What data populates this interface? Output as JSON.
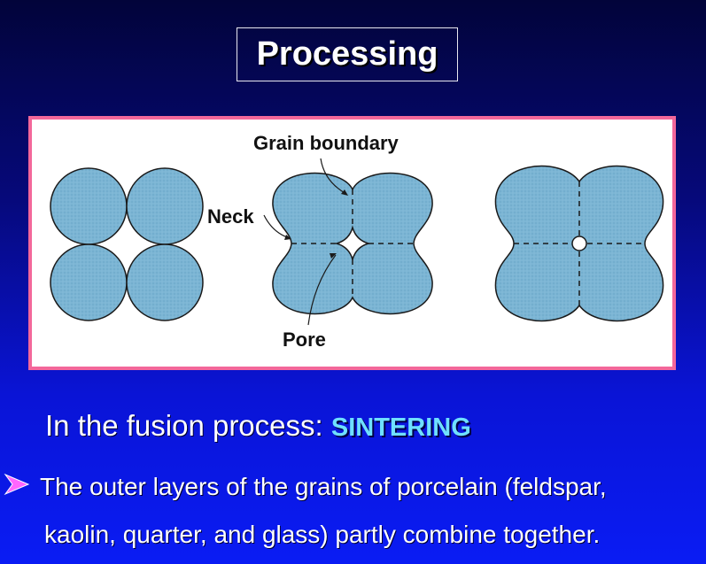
{
  "slide": {
    "title": "Processing"
  },
  "diagram": {
    "labels": {
      "grain_boundary": "Grain boundary",
      "neck": "Neck",
      "pore": "Pore"
    },
    "colors": {
      "grain_fill": "#7cb5d4",
      "outline": "#1a1a1a",
      "panel_border": "#f3679a"
    }
  },
  "body": {
    "intro_text": "In the fusion process: ",
    "highlight_text": "SINTERING",
    "bullet_line_1": "The outer layers of the grains of porcelain (feldspar,",
    "bullet_line_2": "kaolin, quarter, and glass) partly combine together."
  }
}
